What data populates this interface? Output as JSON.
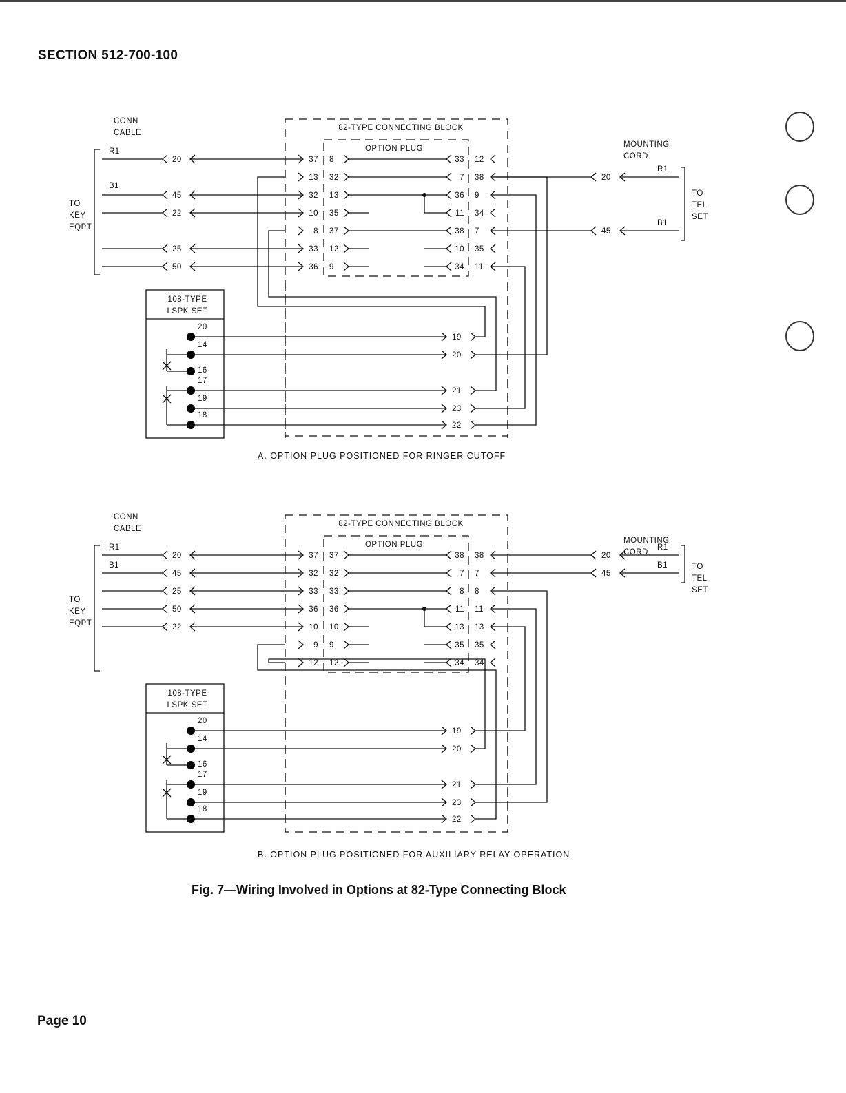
{
  "header": {
    "section": "SECTION 512-700-100"
  },
  "footer": {
    "page": "Page 10"
  },
  "figure": {
    "caption": "Fig. 7—Wiring Involved in Options at 82-Type Connecting Block"
  },
  "diagram_a": {
    "caption": "A. OPTION PLUG POSITIONED FOR RINGER CUTOFF",
    "conn_cable": [
      "CONN",
      "CABLE"
    ],
    "to_key": [
      "TO",
      "KEY",
      "EQPT"
    ],
    "block_title": "82-TYPE CONNECTING BLOCK",
    "plug_title": "OPTION PLUG",
    "lspk": [
      "108-TYPE",
      "LSPK SET"
    ],
    "mounting_cord": [
      "MOUNTING",
      "CORD"
    ],
    "to_tel": [
      "TO",
      "TEL",
      "SET"
    ],
    "lead_r1": "R1",
    "lead_b1": "B1",
    "cord_r1": "R1",
    "cord_b1": "B1",
    "left_terms": [
      "20",
      "45",
      "22",
      "25",
      "50"
    ],
    "block_left": [
      "37",
      "13",
      "32",
      "10",
      "8",
      "33",
      "36"
    ],
    "plug_left": [
      "8",
      "32",
      "13",
      "35",
      "37",
      "12",
      "9"
    ],
    "plug_right": [
      "33",
      "7",
      "36",
      "11",
      "38",
      "10",
      "34"
    ],
    "block_right": [
      "12",
      "38",
      "9",
      "34",
      "7",
      "35",
      "11"
    ],
    "cord_terms": [
      "20",
      "45"
    ],
    "lspk_terms": [
      "20",
      "14",
      "16",
      "17",
      "19",
      "18"
    ],
    "lspk_out": [
      "19",
      "20",
      "21",
      "23",
      "22"
    ]
  },
  "diagram_b": {
    "caption": "B. OPTION PLUG POSITIONED FOR AUXILIARY RELAY OPERATION",
    "conn_cable": [
      "CONN",
      "CABLE"
    ],
    "to_key": [
      "TO",
      "KEY",
      "EQPT"
    ],
    "block_title": "82-TYPE CONNECTING BLOCK",
    "plug_title": "OPTION PLUG",
    "lspk": [
      "108-TYPE",
      "LSPK SET"
    ],
    "mounting_cord": [
      "MOUNTING",
      "CORD"
    ],
    "to_tel": [
      "TO",
      "TEL",
      "SET"
    ],
    "lead_r1": "R1",
    "lead_b1": "B1",
    "cord_r1": "R1",
    "cord_b1": "B1",
    "left_terms": [
      "20",
      "45",
      "25",
      "50",
      "22"
    ],
    "block_left": [
      "37",
      "32",
      "33",
      "36",
      "10",
      "9",
      "12"
    ],
    "plug_left": [
      "37",
      "32",
      "33",
      "36",
      "10",
      "9",
      "12"
    ],
    "plug_right": [
      "38",
      "7",
      "8",
      "11",
      "13",
      "35",
      "34"
    ],
    "block_right": [
      "38",
      "7",
      "8",
      "11",
      "13",
      "35",
      "34"
    ],
    "cord_terms": [
      "20",
      "45"
    ],
    "lspk_terms": [
      "20",
      "14",
      "16",
      "17",
      "19",
      "18"
    ],
    "lspk_out": [
      "19",
      "20",
      "21",
      "23",
      "22"
    ]
  }
}
